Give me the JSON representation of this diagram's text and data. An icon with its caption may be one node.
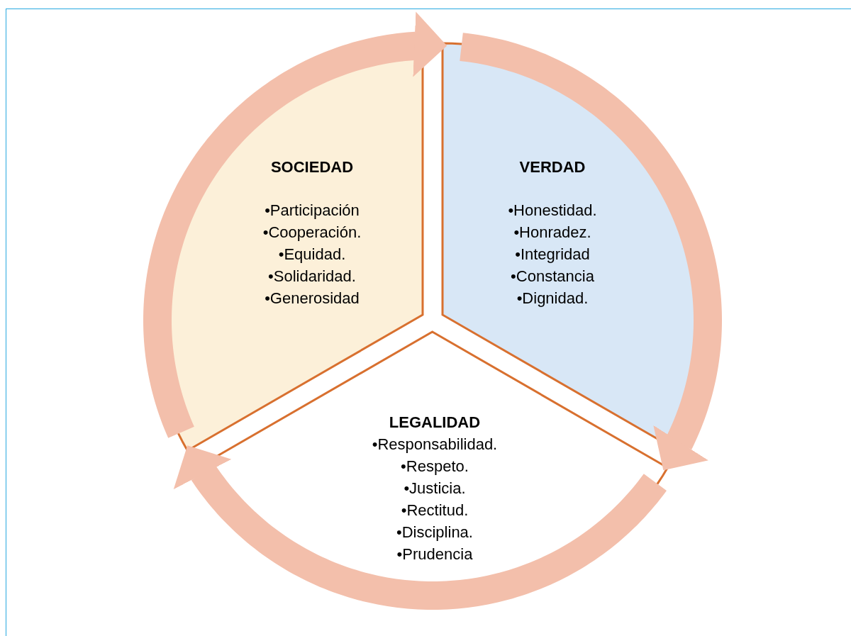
{
  "diagram": {
    "nodes": [
      {
        "text": [
          "SOCIEDAD",
          "•Participación",
          "•Cooperación.",
          "•Equidad.",
          "•Solidaridad.",
          "•Generosidad"
        ]
      },
      {
        "text": [
          "VERDAD",
          "•Honestidad.",
          "•Honradez.",
          "•Integridad",
          "•Constancia",
          "•Dignidad."
        ]
      },
      {
        "text": [
          "LEGALIDAD",
          "•Responsabilidad.",
          "•Respeto.",
          "•Justicia.",
          "•Rectitud.",
          "•Disciplina.",
          "•Prudencia"
        ]
      }
    ],
    "edges": [
      {
        "from": 0,
        "to": 1,
        "arrow": "to"
      },
      {
        "from": 1,
        "to": 2,
        "arrow": "to"
      },
      {
        "from": 2,
        "to": 0,
        "arrow": "to"
      }
    ]
  }
}
